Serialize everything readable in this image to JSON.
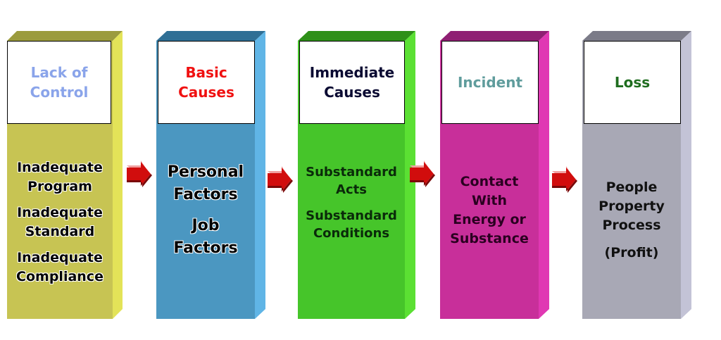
{
  "stages": [
    {
      "header": "Lack of\nControl",
      "header_color": "#8aa4ea",
      "items": [
        "Inadequate\nProgram",
        "Inadequate\nStandard",
        "Inadequate\nCompliance"
      ],
      "colors": {
        "front": "#c7c453",
        "side": "#e3e358",
        "top": "#9b9b3e"
      }
    },
    {
      "header": "Basic\nCauses",
      "header_color": "#f01010",
      "items": [
        "Personal\nFactors",
        "Job\nFactors"
      ],
      "colors": {
        "front": "#4b97c1",
        "side": "#60b5e6",
        "top": "#2f6f95"
      }
    },
    {
      "header": "Immediate\nCauses",
      "header_color": "#0a0a32",
      "items": [
        "Substandard\nActs",
        "Substandard\nConditions"
      ],
      "colors": {
        "front": "#46c52a",
        "side": "#5be033",
        "top": "#2e9018"
      }
    },
    {
      "header": "Incident",
      "header_color": "#5f9c9c",
      "items": [
        "Contact\nWith\nEnergy or\nSubstance"
      ],
      "colors": {
        "front": "#c82f9a",
        "side": "#e038b3",
        "top": "#8f1f73"
      }
    },
    {
      "header": "Loss",
      "header_color": "#1f6d1f",
      "items": [
        "People\nProperty\nProcess",
        "(Profit)"
      ],
      "colors": {
        "front": "#a8a8b5",
        "side": "#c3c3d6",
        "top": "#7b7b88"
      }
    }
  ],
  "arrow_colors": {
    "face": "#d10d0d",
    "light": "#f0a0a0",
    "dark": "#7a0808"
  }
}
